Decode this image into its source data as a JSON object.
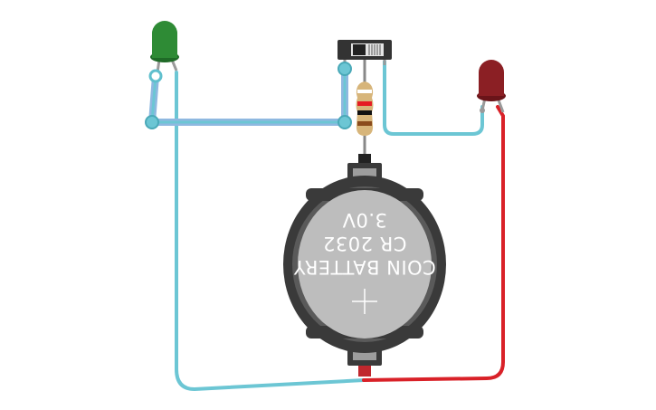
{
  "battery": {
    "label_line1": "COIN BATTERY",
    "label_line2": "CR 2032",
    "label_line3": "3.0V",
    "plus_symbol": "+",
    "body_color": "#3a3a3a",
    "face_color": "#bdbdbd"
  },
  "leds": [
    {
      "name": "green-led",
      "color": "#2e8b35"
    },
    {
      "name": "red-led",
      "color": "#8b1f24"
    }
  ],
  "resistor": {
    "body_color": "#d7b57a",
    "bands": [
      "#ffffff",
      "#e51c23",
      "#111111",
      "#8a4b1c"
    ]
  },
  "switch": {
    "body_color": "#333333"
  },
  "wires": {
    "blue": "#6cc6d4",
    "red": "#d92128",
    "highlight": "#8fb8e0"
  }
}
